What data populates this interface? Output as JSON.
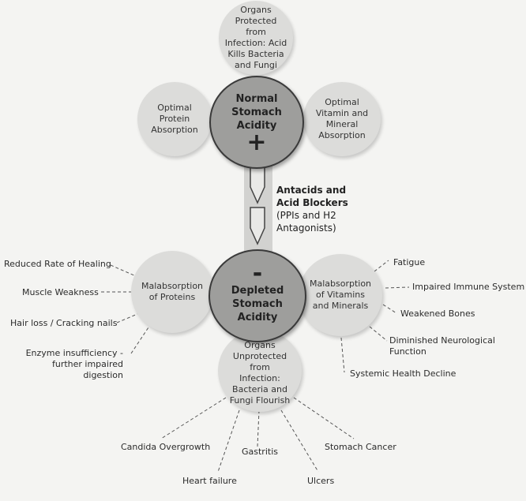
{
  "center_top": {
    "title": "Normal Stomach Acidity",
    "sign": "+"
  },
  "center_bottom": {
    "title": "Depleted Stomach Acidity",
    "sign": "-"
  },
  "top_nodes": {
    "infection_protected": "Organs Protected from Infection: Acid Kills Bacteria and Fungi",
    "protein_absorption": "Optimal Protein Absorption",
    "vitamin_absorption": "Optimal Vitamin and Mineral Absorption"
  },
  "bottom_nodes": {
    "malabsorption_proteins": "Malabsorption of Proteins",
    "malabsorption_vitamins": "Malabsorption of Vitamins and Minerals",
    "infection_unprotected": "Organs Unprotected from Infection: Bacteria and Fungi Flourish"
  },
  "arrow_label": {
    "bold": "Antacids and Acid Blockers",
    "rest": " (PPIs and H2 Antagonists)"
  },
  "protein_effects": [
    "Reduced Rate of Healing",
    "Muscle Weakness",
    "Hair loss / Cracking nails",
    "Enzyme insufficiency - further impaired digestion"
  ],
  "vitamin_effects": [
    "Fatigue",
    "Impaired Immune System",
    "Weakened Bones",
    "Diminished Neurological Function",
    "Systemic Health Decline"
  ],
  "infection_effects": [
    "Candida Overgrowth",
    "Heart failure",
    "Gastritis",
    "Ulcers",
    "Stomach Cancer"
  ]
}
